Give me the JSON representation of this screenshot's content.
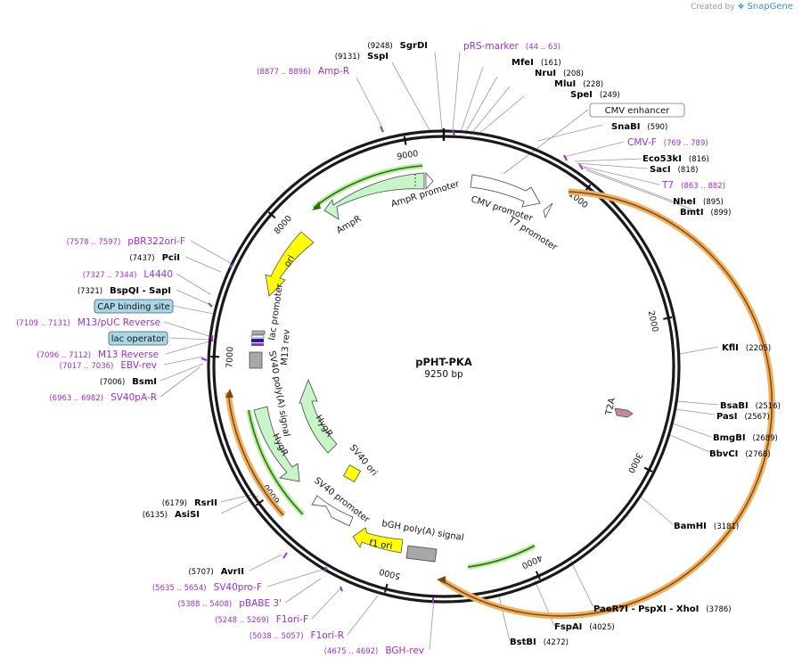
{
  "credit": {
    "prefix": "Created by",
    "brand": "SnapGene"
  },
  "plasmid": {
    "name": "pPHT-PKA",
    "size_label": "9250 bp",
    "length_bp": 9250
  },
  "colors": {
    "enzyme": "#000000",
    "primer": "#9b30c8",
    "backbone": "#000000",
    "orange_feature": "#f0b060",
    "green_feature": "#3c8a1e",
    "ori": "#ffff00",
    "light_green": "#c8f5c8",
    "gray_feature": "#a8a8a8"
  },
  "ticks": [
    {
      "label": "1000",
      "bp": 1000
    },
    {
      "label": "2000",
      "bp": 2000
    },
    {
      "label": "3000",
      "bp": 3000
    },
    {
      "label": "4000",
      "bp": 4000
    },
    {
      "label": "5000",
      "bp": 5000
    },
    {
      "label": "6000",
      "bp": 6000
    },
    {
      "label": "7000",
      "bp": 7000
    },
    {
      "label": "8000",
      "bp": 8000
    },
    {
      "label": "9000",
      "bp": 9000
    }
  ],
  "right_labels": [
    {
      "kind": "primer",
      "name": "pRS-marker",
      "coord": "(44 .. 63)"
    },
    {
      "kind": "enzyme",
      "name": "MfeI",
      "coord": "(161)"
    },
    {
      "kind": "enzyme",
      "name": "NruI",
      "coord": "(208)"
    },
    {
      "kind": "enzyme",
      "name": "MluI",
      "coord": "(228)"
    },
    {
      "kind": "enzyme",
      "name": "SpeI",
      "coord": "(249)"
    },
    {
      "kind": "boxed",
      "name": "CMV enhancer",
      "coord": ""
    },
    {
      "kind": "enzyme",
      "name": "SnaBI",
      "coord": "(590)"
    },
    {
      "kind": "primer",
      "name": "CMV-F",
      "coord": "(769 .. 789)"
    },
    {
      "kind": "enzyme",
      "name": "Eco53kI",
      "coord": "(816)"
    },
    {
      "kind": "enzyme",
      "name": "SacI",
      "coord": "(818)"
    },
    {
      "kind": "primer",
      "name": "T7",
      "coord": "(863 .. 882)"
    },
    {
      "kind": "enzyme",
      "name": "NheI",
      "coord": "(895)"
    },
    {
      "kind": "enzyme",
      "name": "BmtI",
      "coord": "(899)"
    },
    {
      "kind": "enzyme",
      "name": "KflI",
      "coord": "(2205)"
    },
    {
      "kind": "enzyme",
      "name": "BsaBI",
      "coord": "(2516)"
    },
    {
      "kind": "enzyme",
      "name": "PasI",
      "coord": "(2567)"
    },
    {
      "kind": "enzyme",
      "name": "BmgBI",
      "coord": "(2689)"
    },
    {
      "kind": "enzyme",
      "name": "BbvCI",
      "coord": "(2768)"
    },
    {
      "kind": "enzyme",
      "name": "BamHI",
      "coord": "(3181)"
    },
    {
      "kind": "enzyme",
      "name": "PaeR7I - PspXI - XhoI",
      "coord": "(3786)"
    },
    {
      "kind": "enzyme",
      "name": "FspAI",
      "coord": "(4025)"
    },
    {
      "kind": "enzyme",
      "name": "BstBI",
      "coord": "(4272)"
    }
  ],
  "left_labels": [
    {
      "kind": "enzyme",
      "name": "SgrDI",
      "coord": "(9248)"
    },
    {
      "kind": "enzyme",
      "name": "SspI",
      "coord": "(9131)"
    },
    {
      "kind": "primer",
      "name": "Amp-R",
      "coord": "(8877 .. 8896)"
    },
    {
      "kind": "primer",
      "name": "pBR322ori-F",
      "coord": "(7578 .. 7597)"
    },
    {
      "kind": "enzyme",
      "name": "PciI",
      "coord": "(7437)"
    },
    {
      "kind": "primer",
      "name": "L4440",
      "coord": "(7327 .. 7344)"
    },
    {
      "kind": "enzyme",
      "name": "BspQI - SapI",
      "coord": "(7321)"
    },
    {
      "kind": "boxed_blue",
      "name": "CAP binding site",
      "coord": ""
    },
    {
      "kind": "primer",
      "name": "M13/pUC Reverse",
      "coord": "(7109 .. 7131)"
    },
    {
      "kind": "boxed_blue",
      "name": "lac operator",
      "coord": ""
    },
    {
      "kind": "primer",
      "name": "M13 Reverse",
      "coord": "(7096 .. 7112)"
    },
    {
      "kind": "primer",
      "name": "EBV-rev",
      "coord": "(7017 .. 7036)"
    },
    {
      "kind": "enzyme",
      "name": "BsmI",
      "coord": "(7006)"
    },
    {
      "kind": "primer",
      "name": "SV40pA-R",
      "coord": "(6963 .. 6982)"
    },
    {
      "kind": "enzyme",
      "name": "RsrII",
      "coord": "(6179)"
    },
    {
      "kind": "enzyme",
      "name": "AsiSI",
      "coord": "(6135)"
    },
    {
      "kind": "enzyme",
      "name": "AvrII",
      "coord": "(5707)"
    },
    {
      "kind": "primer",
      "name": "SV40pro-F",
      "coord": "(5635 .. 5654)"
    },
    {
      "kind": "primer",
      "name": "pBABE 3'",
      "coord": "(5388 .. 5408)"
    },
    {
      "kind": "primer",
      "name": "F1ori-F",
      "coord": "(5248 .. 5269)"
    },
    {
      "kind": "primer",
      "name": "F1ori-R",
      "coord": "(5038 .. 5057)"
    },
    {
      "kind": "primer",
      "name": "BGH-rev",
      "coord": "(4675 .. 4692)"
    }
  ],
  "features": [
    {
      "name": "AmpR promoter",
      "kind": "promoter"
    },
    {
      "name": "AmpR",
      "kind": "cds"
    },
    {
      "name": "CMV promoter",
      "kind": "promoter"
    },
    {
      "name": "T7 promoter",
      "kind": "promoter"
    },
    {
      "name": "ori",
      "kind": "ori"
    },
    {
      "name": "lac promoter",
      "kind": "promoter"
    },
    {
      "name": "M13 rev",
      "kind": "primer_bind"
    },
    {
      "name": "SV40 poly(A) signal",
      "kind": "terminator"
    },
    {
      "name": "HygR",
      "kind": "cds"
    },
    {
      "name": "HygR",
      "kind": "cds"
    },
    {
      "name": "SV40 ori",
      "kind": "ori"
    },
    {
      "name": "SV40 promoter",
      "kind": "promoter"
    },
    {
      "name": "f1 ori",
      "kind": "ori"
    },
    {
      "name": "bGH poly(A) signal",
      "kind": "terminator"
    },
    {
      "name": "T2A",
      "kind": "misc"
    }
  ]
}
